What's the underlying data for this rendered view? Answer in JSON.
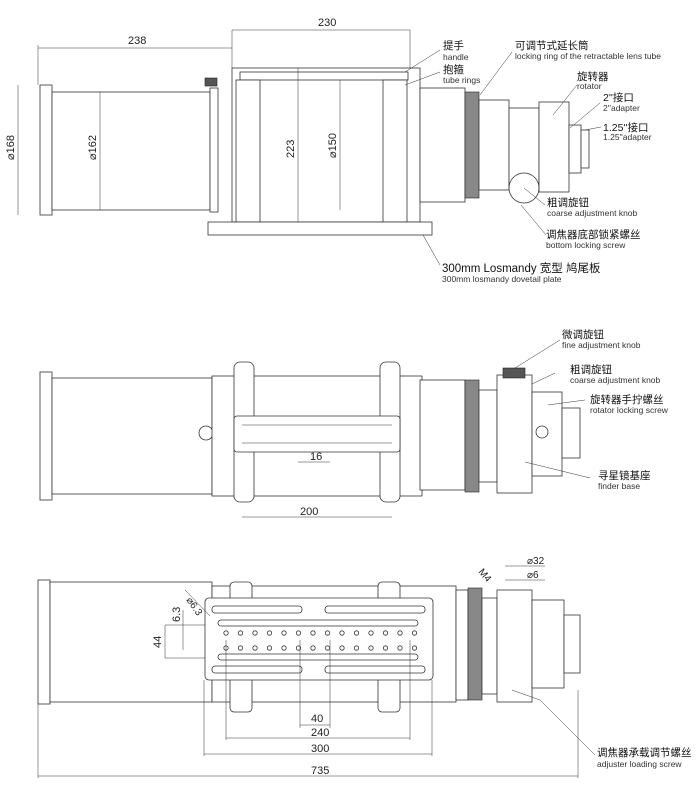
{
  "top_view": {
    "dims": {
      "d238": "238",
      "d230": "230",
      "phi168": "⌀168",
      "phi162": "⌀162",
      "d223": "223",
      "phi150": "⌀150"
    },
    "callouts": [
      {
        "cn": "提手",
        "en": "handle"
      },
      {
        "cn": "抱箍",
        "en": "tube rings"
      },
      {
        "cn": "可调节式延长筒",
        "en": "locking ring of the retractable lens tube"
      },
      {
        "cn": "旋转器",
        "en": "rotator"
      },
      {
        "cn": "2''接口",
        "en": "2''adapter"
      },
      {
        "cn": "1.25''接口",
        "en": "1.25''adapter"
      },
      {
        "cn": "粗调旋钮",
        "en": "coarse adjustment knob"
      },
      {
        "cn": "调焦器底部锁紧螺丝",
        "en": "bottom locking screw"
      },
      {
        "cn": "300mm Losmandy 宽型 鸠尾板",
        "en": "300mm losmandy dovetail plate"
      }
    ]
  },
  "side_view": {
    "dims": {
      "d16": "16",
      "d200": "200"
    },
    "callouts": [
      {
        "cn": "微调旋钮",
        "en": "fine adjustment knob"
      },
      {
        "cn": "粗调旋钮",
        "en": "coarse adjustment knob"
      },
      {
        "cn": "旋转器手拧螺丝",
        "en": "rotator locking screw"
      },
      {
        "cn": "寻星镜基座",
        "en": "finder base"
      }
    ]
  },
  "bottom_view": {
    "dims": {
      "phi6_3": "⌀6.3",
      "d6_3": "6.3",
      "d44": "44",
      "d40": "40",
      "d240": "240",
      "d300": "300",
      "d735": "735",
      "m4": "M4",
      "phi32": "⌀32",
      "phi6": "⌀6"
    },
    "callouts": [
      {
        "cn": "调焦器承载调节螺丝",
        "en": "adjuster loading screw"
      }
    ]
  }
}
